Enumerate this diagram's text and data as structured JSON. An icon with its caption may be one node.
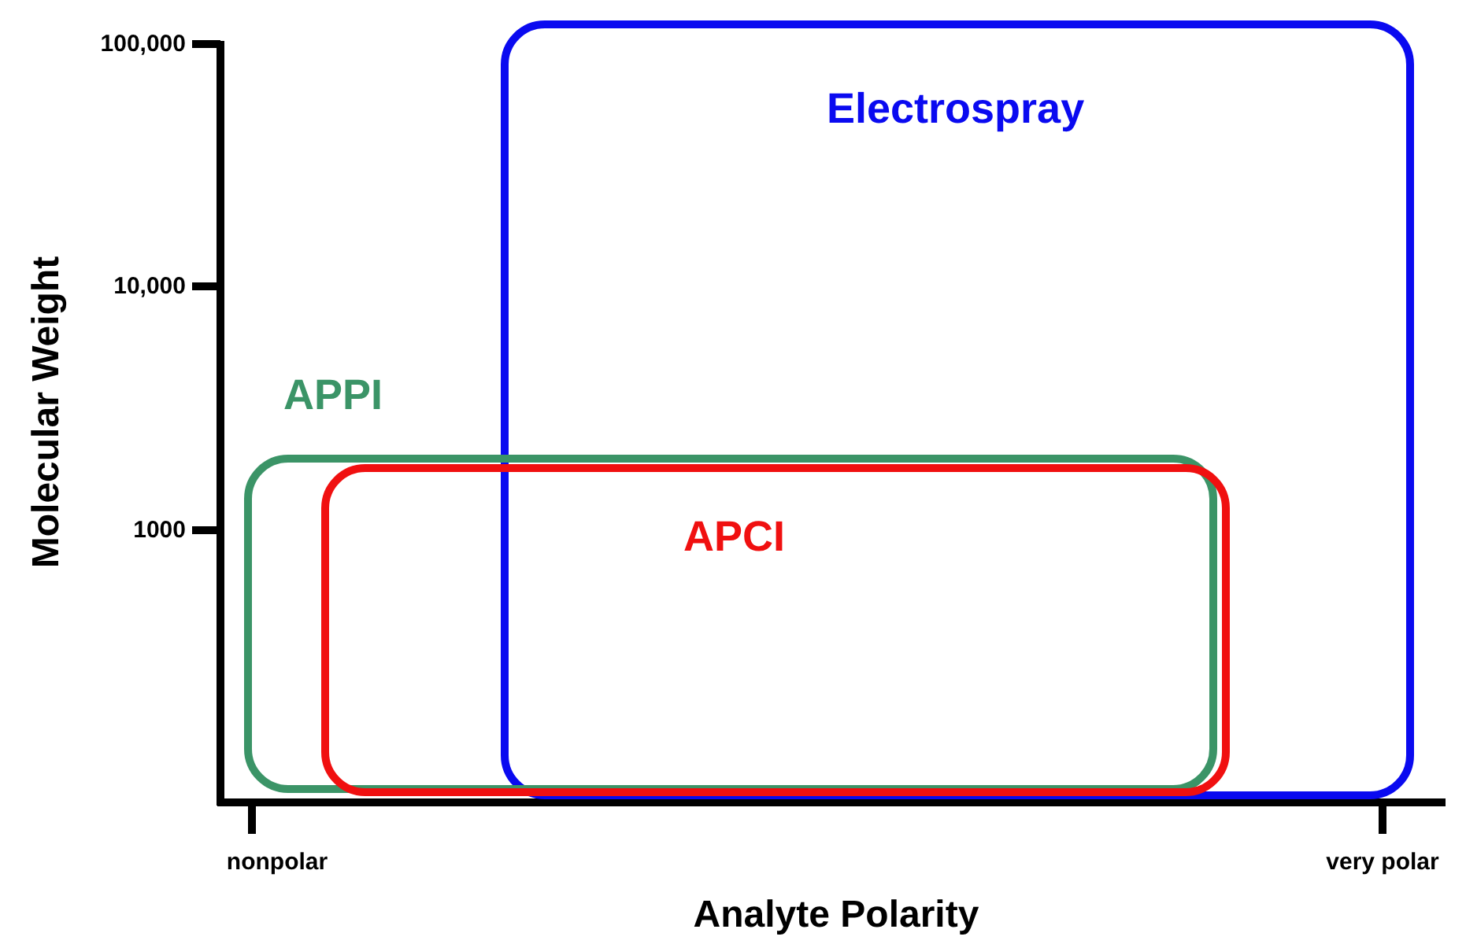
{
  "diagram": {
    "nodes": [
      {
        "text": [
          "Electrospray"
        ]
      },
      {
        "text": [
          "APPI"
        ]
      },
      {
        "text": [
          "APCI"
        ]
      }
    ],
    "labels": [
      "100,000",
      "10,000",
      "1000",
      "Molecular Weight",
      "nonpolar",
      "very polar",
      "Analyte Polarity"
    ]
  }
}
